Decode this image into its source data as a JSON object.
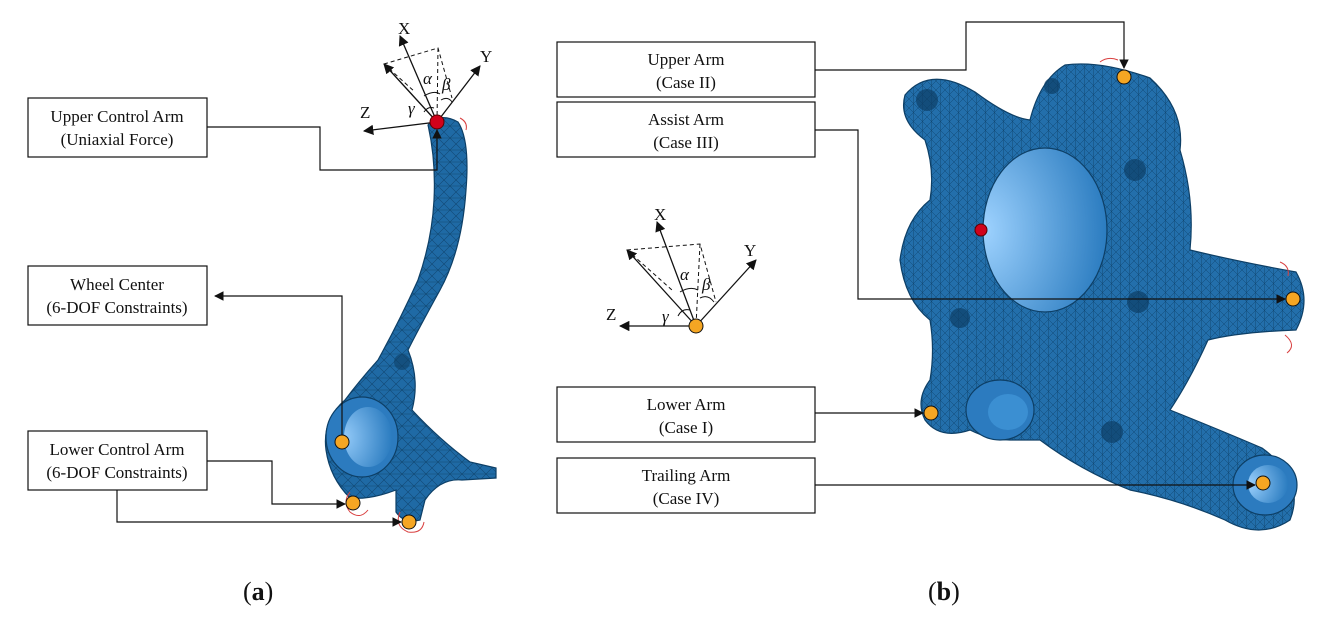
{
  "panel_a": {
    "labels": {
      "upper_control_arm": [
        "Upper Control Arm",
        "(Uniaxial Force)"
      ],
      "wheel_center": [
        "Wheel Center",
        "(6-DOF Constraints)"
      ],
      "lower_control_arm": [
        "Lower Control Arm",
        "(6-DOF Constraints)"
      ]
    },
    "axes": {
      "x": "X",
      "y": "Y",
      "z": "Z",
      "alpha": "α",
      "beta": "β",
      "gamma": "γ"
    },
    "caption": {
      "open": "(",
      "letter": "a",
      "close": ")"
    }
  },
  "panel_b": {
    "labels": {
      "upper_arm": [
        "Upper Arm",
        "(Case II)"
      ],
      "assist_arm": [
        "Assist Arm",
        "(Case III)"
      ],
      "lower_arm": [
        "Lower Arm",
        "(Case I)"
      ],
      "trailing_arm": [
        "Trailing Arm",
        "(Case IV)"
      ]
    },
    "axes": {
      "x": "X",
      "y": "Y",
      "z": "Z",
      "alpha": "α",
      "beta": "β",
      "gamma": "γ"
    },
    "caption": {
      "open": "(",
      "letter": "b",
      "close": ")"
    }
  },
  "colors": {
    "mesh_blue": "#1f6aa5",
    "mesh_dark": "#0d3f66",
    "point_orange": "#f5a623",
    "point_red": "#d0021b",
    "constraint_red": "#d94040"
  }
}
